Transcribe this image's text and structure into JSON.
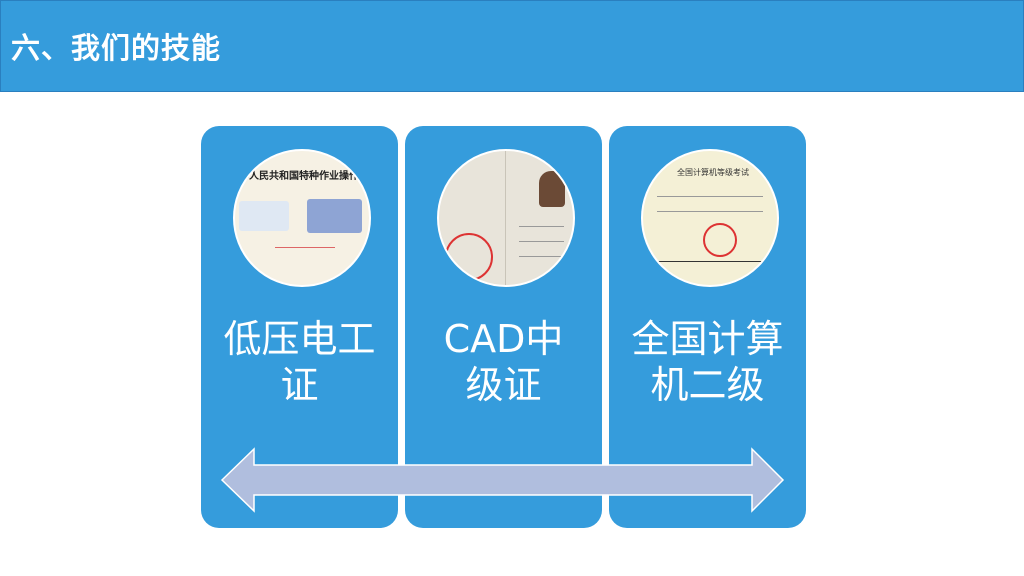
{
  "header": {
    "title": "六、我们的技能"
  },
  "cards": [
    {
      "label_line1": "低压电工",
      "label_line2": "证",
      "image_text": "中华人民共和国特种作业操作证"
    },
    {
      "label_line1": "CAD中",
      "label_line2": "级证"
    },
    {
      "label_line1": "全国计算",
      "label_line2": "机二级",
      "image_text": "全国计算机等级考试"
    }
  ],
  "colors": {
    "header": "#359cdc",
    "card": "#359cdc",
    "arrow": "#b0bede"
  }
}
